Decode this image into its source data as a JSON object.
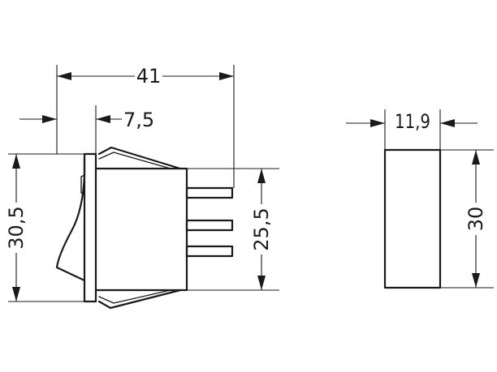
{
  "dimensions": {
    "overall_length": "41",
    "flange_offset": "7,5",
    "front_height": "30,5",
    "body_height": "25,5",
    "side_width": "11,9",
    "side_height": "30"
  },
  "colors": {
    "line": "#1a1a1a",
    "background": "#ffffff"
  }
}
